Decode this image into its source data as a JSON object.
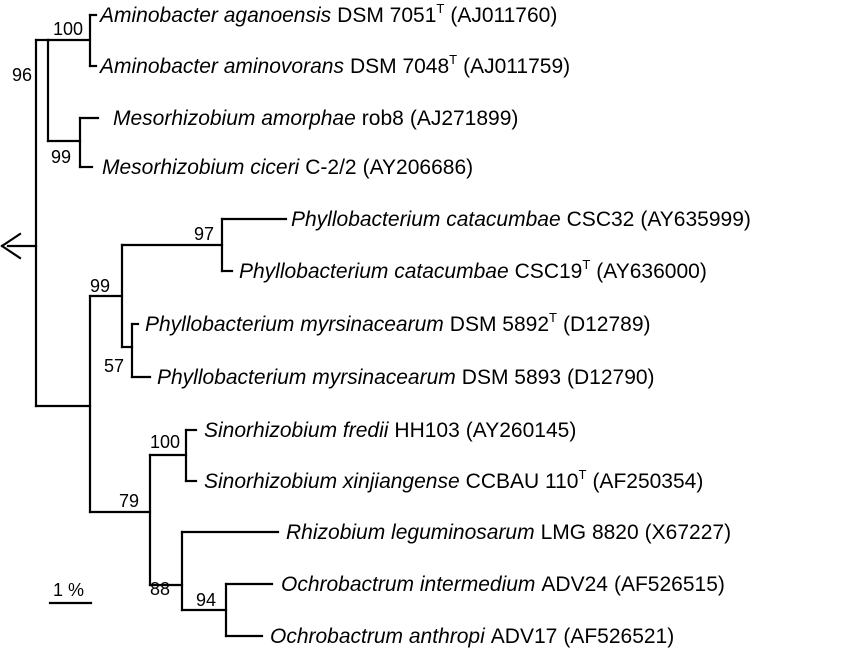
{
  "taxa": [
    {
      "genus_species": "Aminobacter aganoensis",
      "strain": "DSM 7051",
      "type_strain": true,
      "accession": "(AJ011760)"
    },
    {
      "genus_species": "Aminobacter aminovorans",
      "strain": "DSM 7048",
      "type_strain": true,
      "accession": "(AJ011759)"
    },
    {
      "genus_species": "Mesorhizobium amorphae",
      "strain": "rob8",
      "type_strain": false,
      "accession": "(AJ271899)"
    },
    {
      "genus_species": "Mesorhizobium ciceri",
      "strain": "C-2/2",
      "type_strain": false,
      "accession": "(AY206686)"
    },
    {
      "genus_species": "Phyllobacterium catacumbae",
      "strain": "CSC32",
      "type_strain": false,
      "accession": "(AY635999)"
    },
    {
      "genus_species": "Phyllobacterium catacumbae",
      "strain": "CSC19",
      "type_strain": true,
      "accession": "(AY636000)"
    },
    {
      "genus_species": "Phyllobacterium myrsinacearum",
      "strain": "DSM 5892",
      "type_strain": true,
      "accession": "(D12789)"
    },
    {
      "genus_species": "Phyllobacterium myrsinacearum",
      "strain": "DSM 5893",
      "type_strain": false,
      "accession": "(D12790)"
    },
    {
      "genus_species": "Sinorhizobium fredii",
      "strain": "HH103",
      "type_strain": false,
      "accession": "(AY260145)"
    },
    {
      "genus_species": "Sinorhizobium xinjiangense",
      "strain": "CCBAU 110",
      "type_strain": true,
      "accession": "(AF250354)"
    },
    {
      "genus_species": "Rhizobium leguminosarum",
      "strain": "LMG 8820",
      "type_strain": false,
      "accession": "(X67227)"
    },
    {
      "genus_species": "Ochrobactrum intermedium",
      "strain": "ADV24",
      "type_strain": false,
      "accession": "(AF526515)"
    },
    {
      "genus_species": "Ochrobactrum anthropi",
      "strain": "ADV17",
      "type_strain": false,
      "accession": "(AF526521)"
    }
  ],
  "type_strain_mark": "T",
  "bootstrap": {
    "aminobacter": "100",
    "aminobacter_mesorhizobium": "96",
    "mesorhizobium": "99",
    "phyllobacterium": "99",
    "catacumbae": "97",
    "myrsinacearum": "57",
    "sinorhizobium": "100",
    "rhizobiales_lower": "79",
    "rhizobium_ochrobactrum": "88",
    "ochrobactrum": "94"
  },
  "scale_bar_label": "1 %",
  "root_arrow": "left-arrow-icon"
}
